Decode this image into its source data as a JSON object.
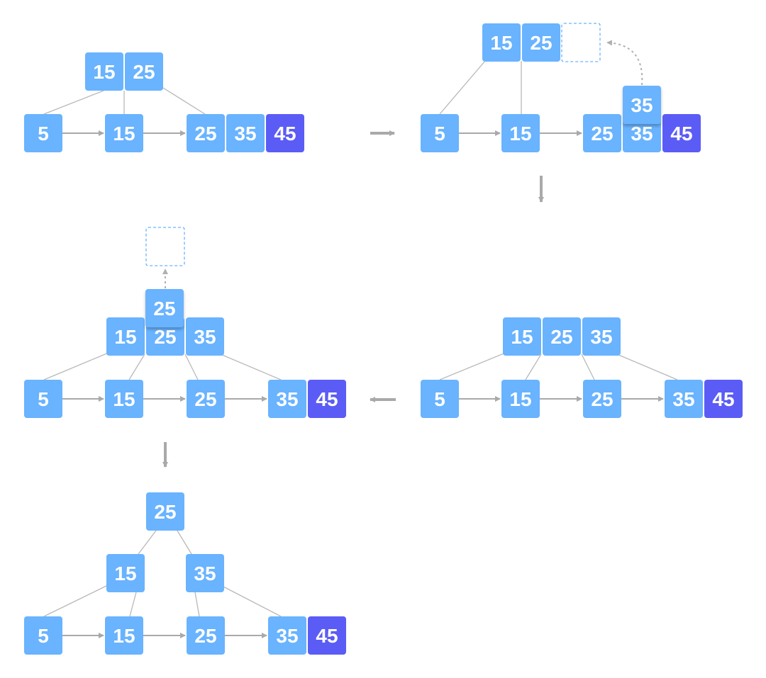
{
  "colors": {
    "node": "#69b3ff",
    "node_highlight": "#5b5cf5",
    "node_text": "#ffffff",
    "edge": "#b8b8b8",
    "arrow": "#a9a9a9",
    "placeholder_border": "#69b3ff"
  },
  "panels": [
    {
      "name": "step-1",
      "keys": [
        "15",
        "25",
        "5",
        "15",
        "25",
        "35",
        "45"
      ],
      "highlight": [
        "45"
      ]
    },
    {
      "name": "step-2",
      "keys": [
        "15",
        "25",
        "5",
        "15",
        "25",
        "35",
        "45",
        "35"
      ],
      "highlight": [
        "45"
      ],
      "moving_key": "35"
    },
    {
      "name": "step-3",
      "keys": [
        "15",
        "25",
        "35",
        "5",
        "15",
        "25",
        "35",
        "45"
      ],
      "highlight": [
        "45"
      ]
    },
    {
      "name": "step-4",
      "keys": [
        "15",
        "25",
        "35",
        "5",
        "15",
        "25",
        "35",
        "45",
        "25"
      ],
      "highlight": [
        "45"
      ],
      "moving_key": "25"
    },
    {
      "name": "step-5",
      "keys": [
        "25",
        "15",
        "35",
        "5",
        "15",
        "25",
        "35",
        "45"
      ],
      "highlight": [
        "45"
      ]
    }
  ],
  "flow_arrows": [
    "right",
    "down",
    "left",
    "down"
  ]
}
